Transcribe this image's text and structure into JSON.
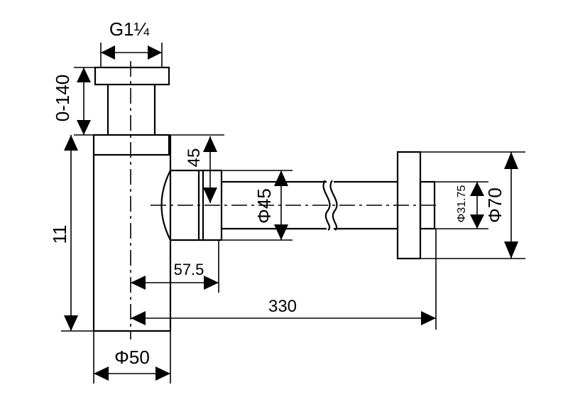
{
  "dimensions": {
    "thread": "G1¼",
    "height_adjust": "0-140",
    "body_height": "11",
    "body_diameter": "Φ50",
    "outlet_height": "45",
    "outlet_diameter": "Φ45",
    "outlet_offset": "57.5",
    "pipe_length": "330",
    "wall_pipe_diameter": "Φ31.75",
    "flange_diameter": "Φ70"
  }
}
